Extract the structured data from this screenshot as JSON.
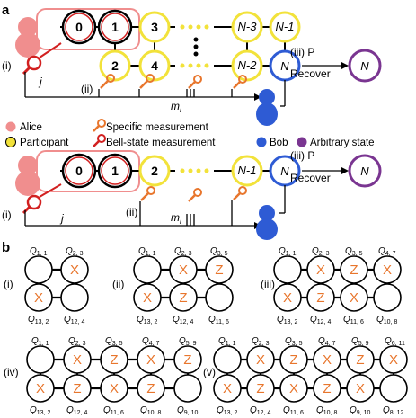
{
  "panel_a": {
    "label": "a",
    "top": {
      "nodes": {
        "n0": "0",
        "n1": "1",
        "n3": "3",
        "nN3": "N-3",
        "nN1": "N-1",
        "n2": "2",
        "n4": "4",
        "nN2": "N-2",
        "nN": "N"
      },
      "step_i": "(i)",
      "step_ii": "(ii)",
      "step_iii": "(iii) P",
      "recover": "Recover",
      "j": "j",
      "mi": "m",
      "mi_sub": "i",
      "result": "N"
    },
    "legend": {
      "alice": "Alice",
      "specific": "Specific measurement",
      "participant": "Participant",
      "bell": "Bell-state measurement",
      "bob": "Bob",
      "arbitrary": "Arbitrary state"
    },
    "bottom": {
      "nodes": {
        "n0": "0",
        "n1": "1",
        "n2": "2",
        "nN1": "N-1",
        "nN": "N"
      },
      "step_i": "(i)",
      "step_ii": "(ii)",
      "step_iii": "(iii) P",
      "recover": "Recover",
      "j": "j",
      "mi": "m",
      "mi_sub": "i",
      "result": "N"
    },
    "colors": {
      "alice": "#f08e8e",
      "participant": "#f2e23a",
      "bell": "#d22020",
      "bob": "#2e5bd4",
      "arbitrary": "#7a3591",
      "specific": "#e8762d"
    }
  },
  "panel_b": {
    "label": "b",
    "subpanels": [
      {
        "id": "(i)",
        "top": [
          "1, 1",
          "2, 3"
        ],
        "bottom": [
          "13, 2",
          "12, 4"
        ]
      },
      {
        "id": "(ii)",
        "top": [
          "1, 1",
          "2, 3",
          "3, 5"
        ],
        "bottom": [
          "13, 2",
          "12, 4",
          "11, 6"
        ]
      },
      {
        "id": "(iii)",
        "top": [
          "1, 1",
          "2, 3",
          "3, 5",
          "4, 7"
        ],
        "bottom": [
          "13, 2",
          "12, 4",
          "11, 6",
          "10, 8"
        ]
      },
      {
        "id": "(iv)",
        "top": [
          "1, 1",
          "2, 3",
          "3, 5",
          "4, 7",
          "5, 9"
        ],
        "bottom": [
          "13, 2",
          "12, 4",
          "11, 6",
          "10, 8",
          "9, 10"
        ]
      },
      {
        "id": "(v)",
        "top": [
          "1, 1",
          "2, 3",
          "3, 5",
          "4, 7",
          "5, 9",
          "6, 11"
        ],
        "bottom": [
          "13, 2",
          "12, 4",
          "11, 6",
          "10, 8",
          "9, 10",
          "8, 12"
        ]
      }
    ],
    "q": "Q",
    "x": "X",
    "z": "Z"
  }
}
